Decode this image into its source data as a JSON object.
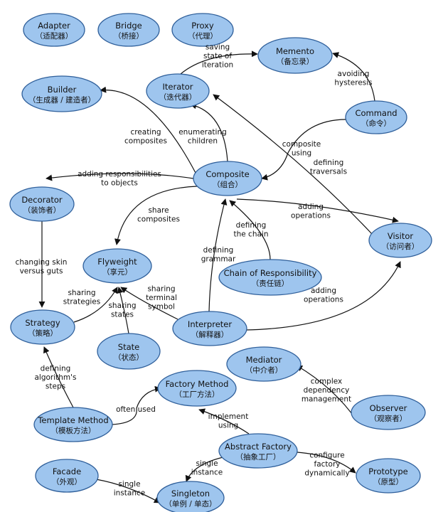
{
  "nodes": [
    {
      "id": "adapter",
      "name": "Adapter",
      "cn": "（适配器）"
    },
    {
      "id": "bridge",
      "name": "Bridge",
      "cn": "（桥接）"
    },
    {
      "id": "proxy",
      "name": "Proxy",
      "cn": "（代理）"
    },
    {
      "id": "memento",
      "name": "Memento",
      "cn": "（备忘录）"
    },
    {
      "id": "builder",
      "name": "Builder",
      "cn": "（生成器 / 建造者）"
    },
    {
      "id": "iterator",
      "name": "Iterator",
      "cn": "（迭代器）"
    },
    {
      "id": "command",
      "name": "Command",
      "cn": "（命令）"
    },
    {
      "id": "composite",
      "name": "Composite",
      "cn": "（组合）"
    },
    {
      "id": "decorator",
      "name": "Decorator",
      "cn": "（装饰者）"
    },
    {
      "id": "visitor",
      "name": "Visitor",
      "cn": "（访问者）"
    },
    {
      "id": "flyweight",
      "name": "Flyweight",
      "cn": "（享元）"
    },
    {
      "id": "chain",
      "name": "Chain of Responsibility",
      "cn": "（责任链）"
    },
    {
      "id": "strategy",
      "name": "Strategy",
      "cn": "（策略）"
    },
    {
      "id": "interpreter",
      "name": "Interpreter",
      "cn": "（解释器）"
    },
    {
      "id": "state",
      "name": "State",
      "cn": "（状态）"
    },
    {
      "id": "mediator",
      "name": "Mediator",
      "cn": "（中介者）"
    },
    {
      "id": "factorymethod",
      "name": "Factory Method",
      "cn": "（工厂方法）"
    },
    {
      "id": "observer",
      "name": "Observer",
      "cn": "（观察者）"
    },
    {
      "id": "templatemethod",
      "name": "Template Method",
      "cn": "（模板方法）"
    },
    {
      "id": "abstractfactory",
      "name": "Abstract Factory",
      "cn": "（抽象工厂）"
    },
    {
      "id": "facade",
      "name": "Facade",
      "cn": "（外观）"
    },
    {
      "id": "prototype",
      "name": "Prototype",
      "cn": "（原型）"
    },
    {
      "id": "singleton",
      "name": "Singleton",
      "cn": "（单例 / 单态）"
    }
  ],
  "edges": [
    {
      "from": "iterator",
      "to": "memento",
      "label": [
        "saving",
        "state of",
        "iteration"
      ]
    },
    {
      "from": "command",
      "to": "memento",
      "label": [
        "avoiding",
        "hysteresis"
      ]
    },
    {
      "from": "composite",
      "to": "builder",
      "label": [
        "creating",
        "composites"
      ]
    },
    {
      "from": "composite",
      "to": "iterator",
      "label": [
        "enumerating",
        "children"
      ]
    },
    {
      "from": "command",
      "to": "composite",
      "label": [
        "composite",
        "using"
      ]
    },
    {
      "from": "visitor",
      "to": "iterator",
      "label": [
        "defining",
        "traversals"
      ]
    },
    {
      "from": "composite",
      "to": "decorator",
      "label": [
        "adding responsibilities",
        "to objects"
      ]
    },
    {
      "from": "composite",
      "to": "flyweight",
      "label": [
        "share",
        "composites"
      ]
    },
    {
      "from": "composite",
      "to": "visitor",
      "label": [
        "adding",
        "operations"
      ]
    },
    {
      "from": "chain",
      "to": "composite",
      "label": [
        "defining",
        "the chain"
      ]
    },
    {
      "from": "interpreter",
      "to": "composite",
      "label": [
        "defining",
        "grammar"
      ]
    },
    {
      "from": "decorator",
      "to": "strategy",
      "label": [
        "changing skin",
        "versus guts"
      ]
    },
    {
      "from": "strategy",
      "to": "flyweight",
      "label": [
        "sharing",
        "strategies"
      ]
    },
    {
      "from": "state",
      "to": "flyweight",
      "label": [
        "sharing",
        "states"
      ]
    },
    {
      "from": "interpreter",
      "to": "flyweight",
      "label": [
        "sharing",
        "terminal",
        "symbol"
      ]
    },
    {
      "from": "interpreter",
      "to": "visitor",
      "label": [
        "adding",
        "operations"
      ]
    },
    {
      "from": "templatemethod",
      "to": "strategy",
      "label": [
        "defining",
        "algorithm's",
        "steps"
      ]
    },
    {
      "from": "templatemethod",
      "to": "factorymethod",
      "label": [
        "often used"
      ]
    },
    {
      "from": "observer",
      "to": "mediator",
      "label": [
        "complex",
        "dependency",
        "management"
      ]
    },
    {
      "from": "abstractfactory",
      "to": "factorymethod",
      "label": [
        "implement",
        "using"
      ]
    },
    {
      "from": "abstractfactory",
      "to": "singleton",
      "label": [
        "single",
        "instance"
      ]
    },
    {
      "from": "abstractfactory",
      "to": "prototype",
      "label": [
        "configure",
        "factory",
        "dynamically"
      ]
    },
    {
      "from": "facade",
      "to": "singleton",
      "label": [
        "single",
        "instance"
      ]
    }
  ]
}
